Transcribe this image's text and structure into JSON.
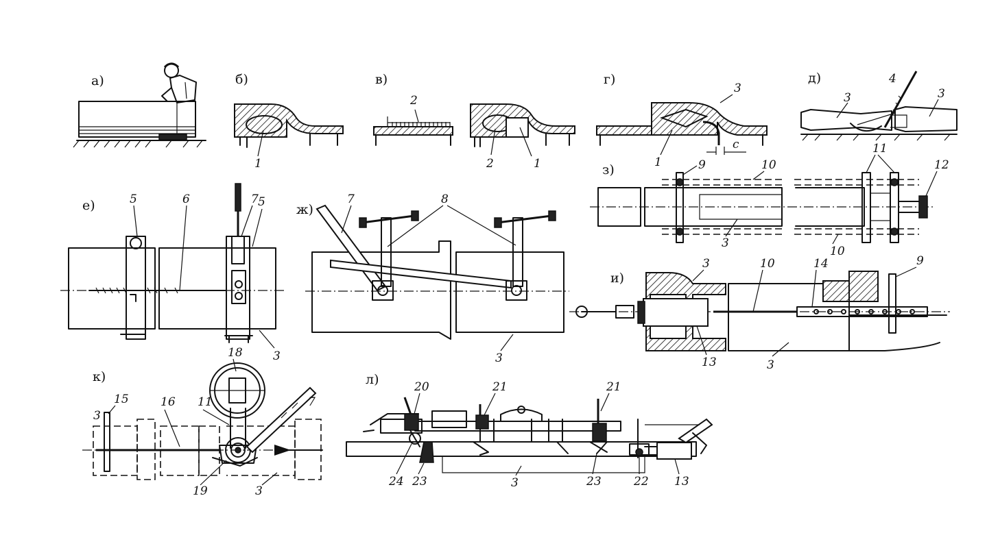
{
  "panels": {
    "a": "а)",
    "b": "б)",
    "v": "в)",
    "g": "г)",
    "d": "д)",
    "e": "е)",
    "zh": "ж)",
    "z": "з)",
    "i": "и)",
    "k": "к)",
    "l": "л)"
  },
  "callouts": {
    "b_1": "1",
    "v_2_top": "2",
    "v_2": "2",
    "v_1": "1",
    "g_3": "3",
    "g_1": "1",
    "g_c": "c",
    "d_4": "4",
    "d_3_left": "3",
    "d_3_right": "3",
    "e_5_left": "5",
    "e_6": "6",
    "e_7": "7",
    "e_5_right": "5",
    "e_3": "3",
    "zh_7": "7",
    "zh_8": "8",
    "zh_3": "3",
    "z_9": "9",
    "z_10_top": "10",
    "z_11": "11",
    "z_12": "12",
    "z_3": "3",
    "z_10_bottom": "10",
    "i_3": "3",
    "i_10": "10",
    "i_14": "14",
    "i_9": "9",
    "i_13": "13",
    "i_3_bottom": "3",
    "k_18": "18",
    "k_3": "3",
    "k_15": "15",
    "k_16": "16",
    "k_11": "11",
    "k_7": "7",
    "k_19": "19",
    "k_3_bottom": "3",
    "l_20": "20",
    "l_21_left": "21",
    "l_21_right": "21",
    "l_24": "24",
    "l_23_left": "23",
    "l_3": "3",
    "l_23_right": "23",
    "l_22": "22",
    "l_13": "13"
  }
}
